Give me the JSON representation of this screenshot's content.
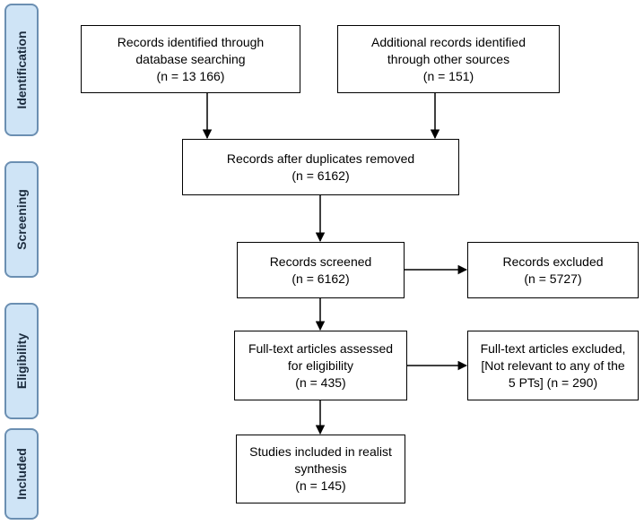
{
  "stages": {
    "identification": "Identification",
    "screening": "Screening",
    "eligibility": "Eligibility",
    "included": "Included"
  },
  "boxes": {
    "database": {
      "line1": "Records identified through",
      "line2": "database searching",
      "line3": "(n = 13 166)"
    },
    "other_sources": {
      "line1": "Additional records identified",
      "line2": "through other sources",
      "line3": "(n = 151)"
    },
    "after_duplicates": {
      "line1": "Records after duplicates removed",
      "line2": "(n = 6162)"
    },
    "screened": {
      "line1": "Records screened",
      "line2": "(n = 6162)"
    },
    "excluded": {
      "line1": "Records excluded",
      "line2": "(n = 5727)"
    },
    "fulltext_assessed": {
      "line1": "Full-text articles assessed",
      "line2": "for eligibility",
      "line3": "(n = 435)"
    },
    "fulltext_excluded": {
      "line1": "Full-text articles excluded,",
      "line2": "[Not relevant to any of the",
      "line3": "5 PTs] (n = 290)"
    },
    "included": {
      "line1": "Studies included in realist",
      "line2": "synthesis",
      "line3": "(n = 145)"
    }
  }
}
